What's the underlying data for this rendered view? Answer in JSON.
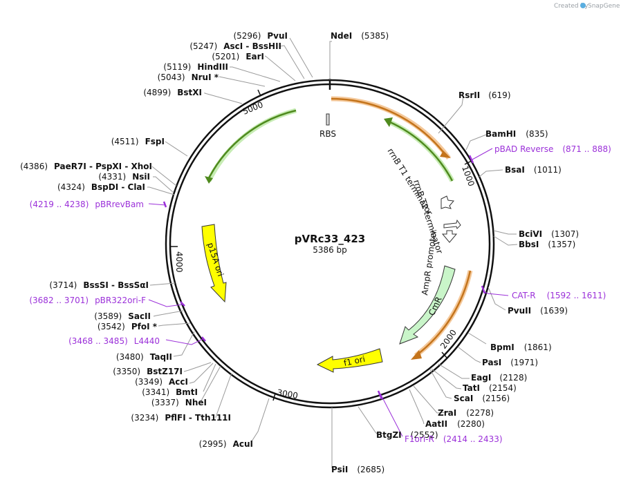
{
  "credit": {
    "prefix": "Created by",
    "brand": "SnapGene"
  },
  "plasmid": {
    "name": "pVRc33_423",
    "length_label": "5386 bp"
  },
  "ticks": [
    {
      "label": "1000"
    },
    {
      "label": "2000"
    },
    {
      "label": "3000"
    },
    {
      "label": "4000"
    },
    {
      "label": "5000"
    }
  ],
  "features": [
    {
      "label": "rrnB T1 terminator"
    },
    {
      "label": "rrnB T2 terminator"
    },
    {
      "label": "AmpR promoter"
    },
    {
      "label": "CmR"
    },
    {
      "label": "f1 ori"
    },
    {
      "label": "p15A ori"
    },
    {
      "label": "RBS"
    }
  ],
  "sites": [
    {
      "pos": "(5385)",
      "name": "NdeI"
    },
    {
      "pos": "(619)",
      "name": "RsrII"
    },
    {
      "pos": "(835)",
      "name": "BamHI"
    },
    {
      "pos": "(1011)",
      "name": "BsaI"
    },
    {
      "pos": "(1307)",
      "name": "BciVI"
    },
    {
      "pos": "(1357)",
      "name": "BbsI"
    },
    {
      "pos": "(1639)",
      "name": "PvuII"
    },
    {
      "pos": "(1861)",
      "name": "BpmI"
    },
    {
      "pos": "(1971)",
      "name": "PasI"
    },
    {
      "pos": "(2128)",
      "name": "EagI"
    },
    {
      "pos": "(2154)",
      "name": "TatI"
    },
    {
      "pos": "(2156)",
      "name": "ScaI"
    },
    {
      "pos": "(2278)",
      "name": "ZraI"
    },
    {
      "pos": "(2280)",
      "name": "AatII"
    },
    {
      "pos": "(2552)",
      "name": "BtgZI"
    },
    {
      "pos": "(2685)",
      "name": "PsiI"
    },
    {
      "pos": "(2995)",
      "name": "AcuI"
    },
    {
      "pos": "(3234)",
      "name": "PflFI  -  Tth111I"
    },
    {
      "pos": "(3337)",
      "name": "NheI"
    },
    {
      "pos": "(3341)",
      "name": "BmtI"
    },
    {
      "pos": "(3349)",
      "name": "AccI"
    },
    {
      "pos": "(3350)",
      "name": "BstZ17I"
    },
    {
      "pos": "(3480)",
      "name": "TaqII"
    },
    {
      "pos": "(3542)",
      "name": "PfoI *"
    },
    {
      "pos": "(3589)",
      "name": "SacII"
    },
    {
      "pos": "(3714)",
      "name": "BssSI  -  BssSαI"
    },
    {
      "pos": "(4324)",
      "name": "BspDI  -  ClaI"
    },
    {
      "pos": "(4331)",
      "name": "NsiI"
    },
    {
      "pos": "(4386)",
      "name": "PaeR7I  -  PspXI  -  XhoI"
    },
    {
      "pos": "(4511)",
      "name": "FspI"
    },
    {
      "pos": "(4899)",
      "name": "BstXI"
    },
    {
      "pos": "(5043)",
      "name": "NruI *"
    },
    {
      "pos": "(5119)",
      "name": "HindIII"
    },
    {
      "pos": "(5201)",
      "name": "EarI"
    },
    {
      "pos": "(5247)",
      "name": "AscI  -  BssHII"
    },
    {
      "pos": "(5296)",
      "name": "PvuI"
    }
  ],
  "primers": [
    {
      "name": "pBAD Reverse",
      "range": "(871 .. 888)"
    },
    {
      "name": "CAT-R",
      "range": "(1592 .. 1611)"
    },
    {
      "name": "F1ori-R",
      "range": "(2414 .. 2433)"
    },
    {
      "name": "L4440",
      "range": "(3468 .. 3485)"
    },
    {
      "name": "pBR322ori-F",
      "range": "(3682 .. 3701)"
    },
    {
      "name": "pBRrevBam",
      "range": "(4219 .. 4238)"
    }
  ],
  "colors": {
    "backbone": "#111111",
    "green": "#6aa52b",
    "orange": "#d9831f",
    "yellow": "#ffff00",
    "cmr": "#c9f5c9",
    "primer": "#9b30d9"
  }
}
